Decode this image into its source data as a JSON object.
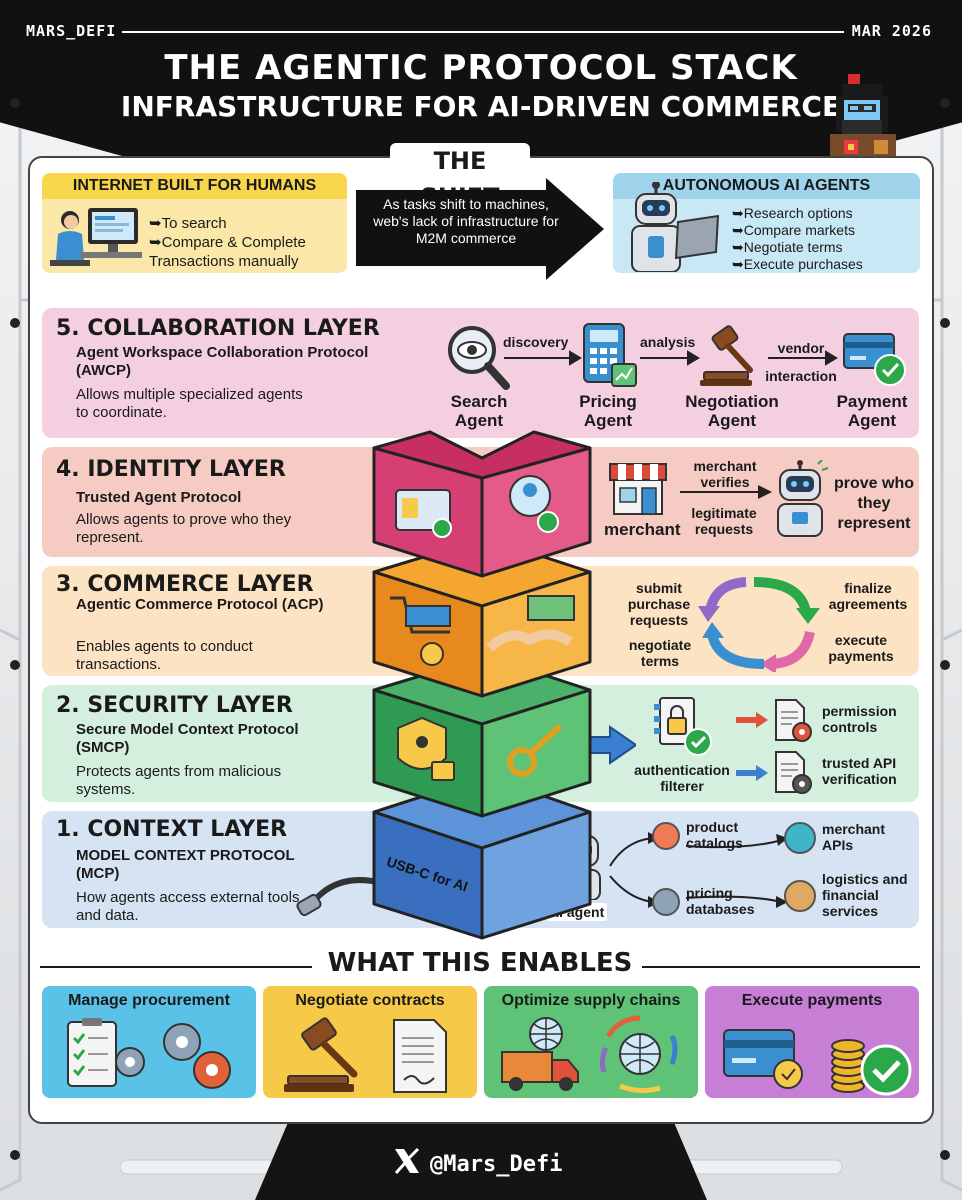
{
  "header": {
    "author": "MARS_DEFI",
    "date": "MAR 2026",
    "title_line1": "THE AGENTIC PROTOCOL STACK",
    "title_line2": "INFRASTRUCTURE FOR AI-DRIVEN COMMERCE"
  },
  "shift": {
    "label": "THE SHIFT",
    "humans": {
      "title": "INTERNET BUILT FOR HUMANS",
      "bullets": [
        "➥To search",
        "➥Compare & Complete",
        "Transactions manually"
      ]
    },
    "arrow_text": "As tasks shift to machines, web's lack of infrastructure for M2M commerce",
    "agents": {
      "title": "AUTONOMOUS AI AGENTS",
      "bullets": [
        "➥Research options",
        "➥Compare markets",
        "➥Negotiate terms",
        "➥Execute purchases"
      ]
    }
  },
  "layers": [
    {
      "title": "5. COLLABORATION LAYER",
      "protocol": "Agent Workspace Collaboration Protocol (AWCP)",
      "description": "Allows multiple specialized agents to coordinate.",
      "color": "#f4cfe0",
      "flow": {
        "agents": [
          "Search Agent",
          "Pricing Agent",
          "Negotiation Agent",
          "Payment Agent"
        ],
        "edges": [
          "discovery",
          "analysis",
          "vendor interaction"
        ]
      }
    },
    {
      "title": "4. IDENTITY LAYER",
      "protocol": "Trusted Agent Protocol",
      "description": "Allows agents to prove who they represent.",
      "color": "#f6cbc3",
      "flow": {
        "merchant": "merchant",
        "top": "merchant verifies",
        "bottom": "legitimate requests",
        "right": "prove who they represent"
      }
    },
    {
      "title": "3. COMMERCE LAYER",
      "protocol": "Agentic Commerce Protocol (ACP)",
      "description": "Enables agents to conduct transactions.",
      "color": "#fbe3c4",
      "flow": {
        "cycle": [
          "submit purchase requests",
          "finalize agreements",
          "execute payments",
          "negotiate terms"
        ]
      }
    },
    {
      "title": "2. SECURITY LAYER",
      "protocol": "Secure Model Context Protocol (SMCP)",
      "description": "Protects agents from malicious systems.",
      "color": "#d5efdf",
      "flow": {
        "filter": "authentication filterer",
        "outputs": [
          "permission controls",
          "trusted API verification"
        ]
      }
    },
    {
      "title": "1. CONTEXT LAYER",
      "protocol": "MODEL CONTEXT PROTOCOL (MCP)",
      "description": "How agents access external tools and data.",
      "color": "#d6e3f3",
      "flow": {
        "cube_label": "USB-C for AI",
        "agent": "AI agent",
        "targets": [
          "product catalogs",
          "merchant APIs",
          "pricing databases",
          "logistics and financial services"
        ]
      }
    }
  ],
  "enables": {
    "title": "WHAT THIS ENABLES",
    "cards": [
      {
        "label": "Manage procurement",
        "color": "#59c2e6"
      },
      {
        "label": "Negotiate contracts",
        "color": "#f7c948"
      },
      {
        "label": "Optimize supply chains",
        "color": "#5ec277"
      },
      {
        "label": "Execute payments",
        "color": "#c77fd6"
      }
    ]
  },
  "footer": {
    "handle": "@Mars_Defi"
  }
}
